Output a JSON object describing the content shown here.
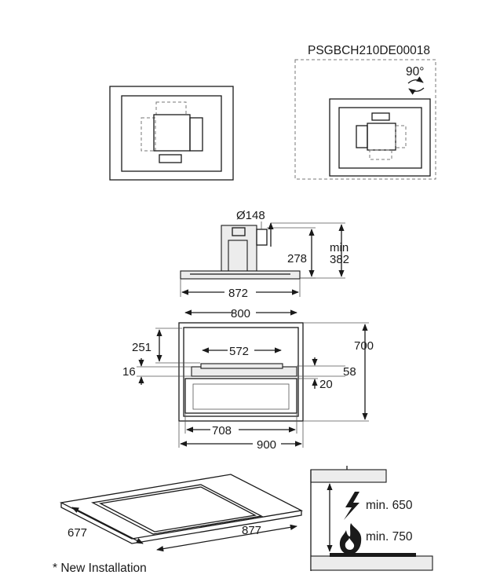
{
  "kit_code": "PSGBCH210DE00018",
  "rotation_label": "90°",
  "side_view": {
    "duct_diameter": "Ø148",
    "height_278": "278",
    "min_label": "min",
    "min_382": "382",
    "width_872": "872"
  },
  "top_view": {
    "width_800": "800",
    "depth_251": "251",
    "width_572": "572",
    "depth_700": "700",
    "gap_16": "16",
    "gap_58": "58",
    "gap_20": "20",
    "width_708": "708",
    "width_900": "900"
  },
  "cutout": {
    "depth_677": "677",
    "width_877": "877",
    "footnote": "* New Installation"
  },
  "clearance": {
    "electric_label": "min. 650",
    "gas_label": "min. 750",
    "electric_icon": "lightning-icon",
    "gas_icon": "flame-icon"
  }
}
